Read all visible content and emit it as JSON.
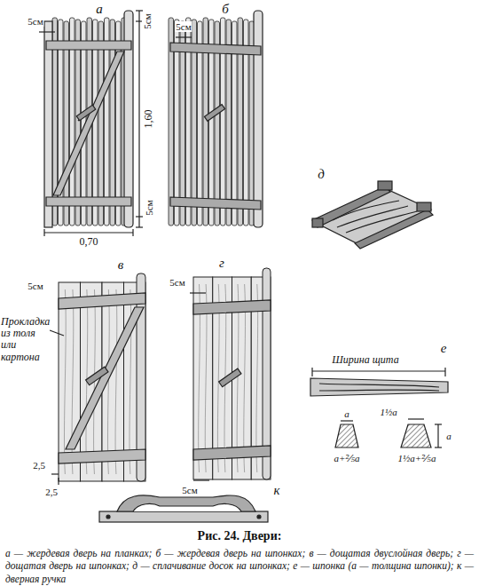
{
  "diagram": {
    "caption": "Рис. 24. Двери:",
    "labels": [
      "а",
      "5см",
      "5см",
      "1,60",
      "5см",
      "0,70",
      "б",
      "5см",
      "д",
      "в",
      "5см",
      "Прокладка из толя или картона",
      "2,5",
      "2,5",
      "г",
      "5см",
      "е",
      "Ширина щита",
      "a",
      "a+⅖a",
      "1½a",
      "a",
      "1½a+⅖a",
      "5см",
      "к",
      "а — жердевая дверь на планках; б — жердевая дверь на шпонках; в — дощатая двуслойная дверь; г — дощатая дверь на шпонках; д — сплачивание досок на шпонках; е — шпонка (а — толщина шпонки); к — дверная ручка"
    ]
  }
}
